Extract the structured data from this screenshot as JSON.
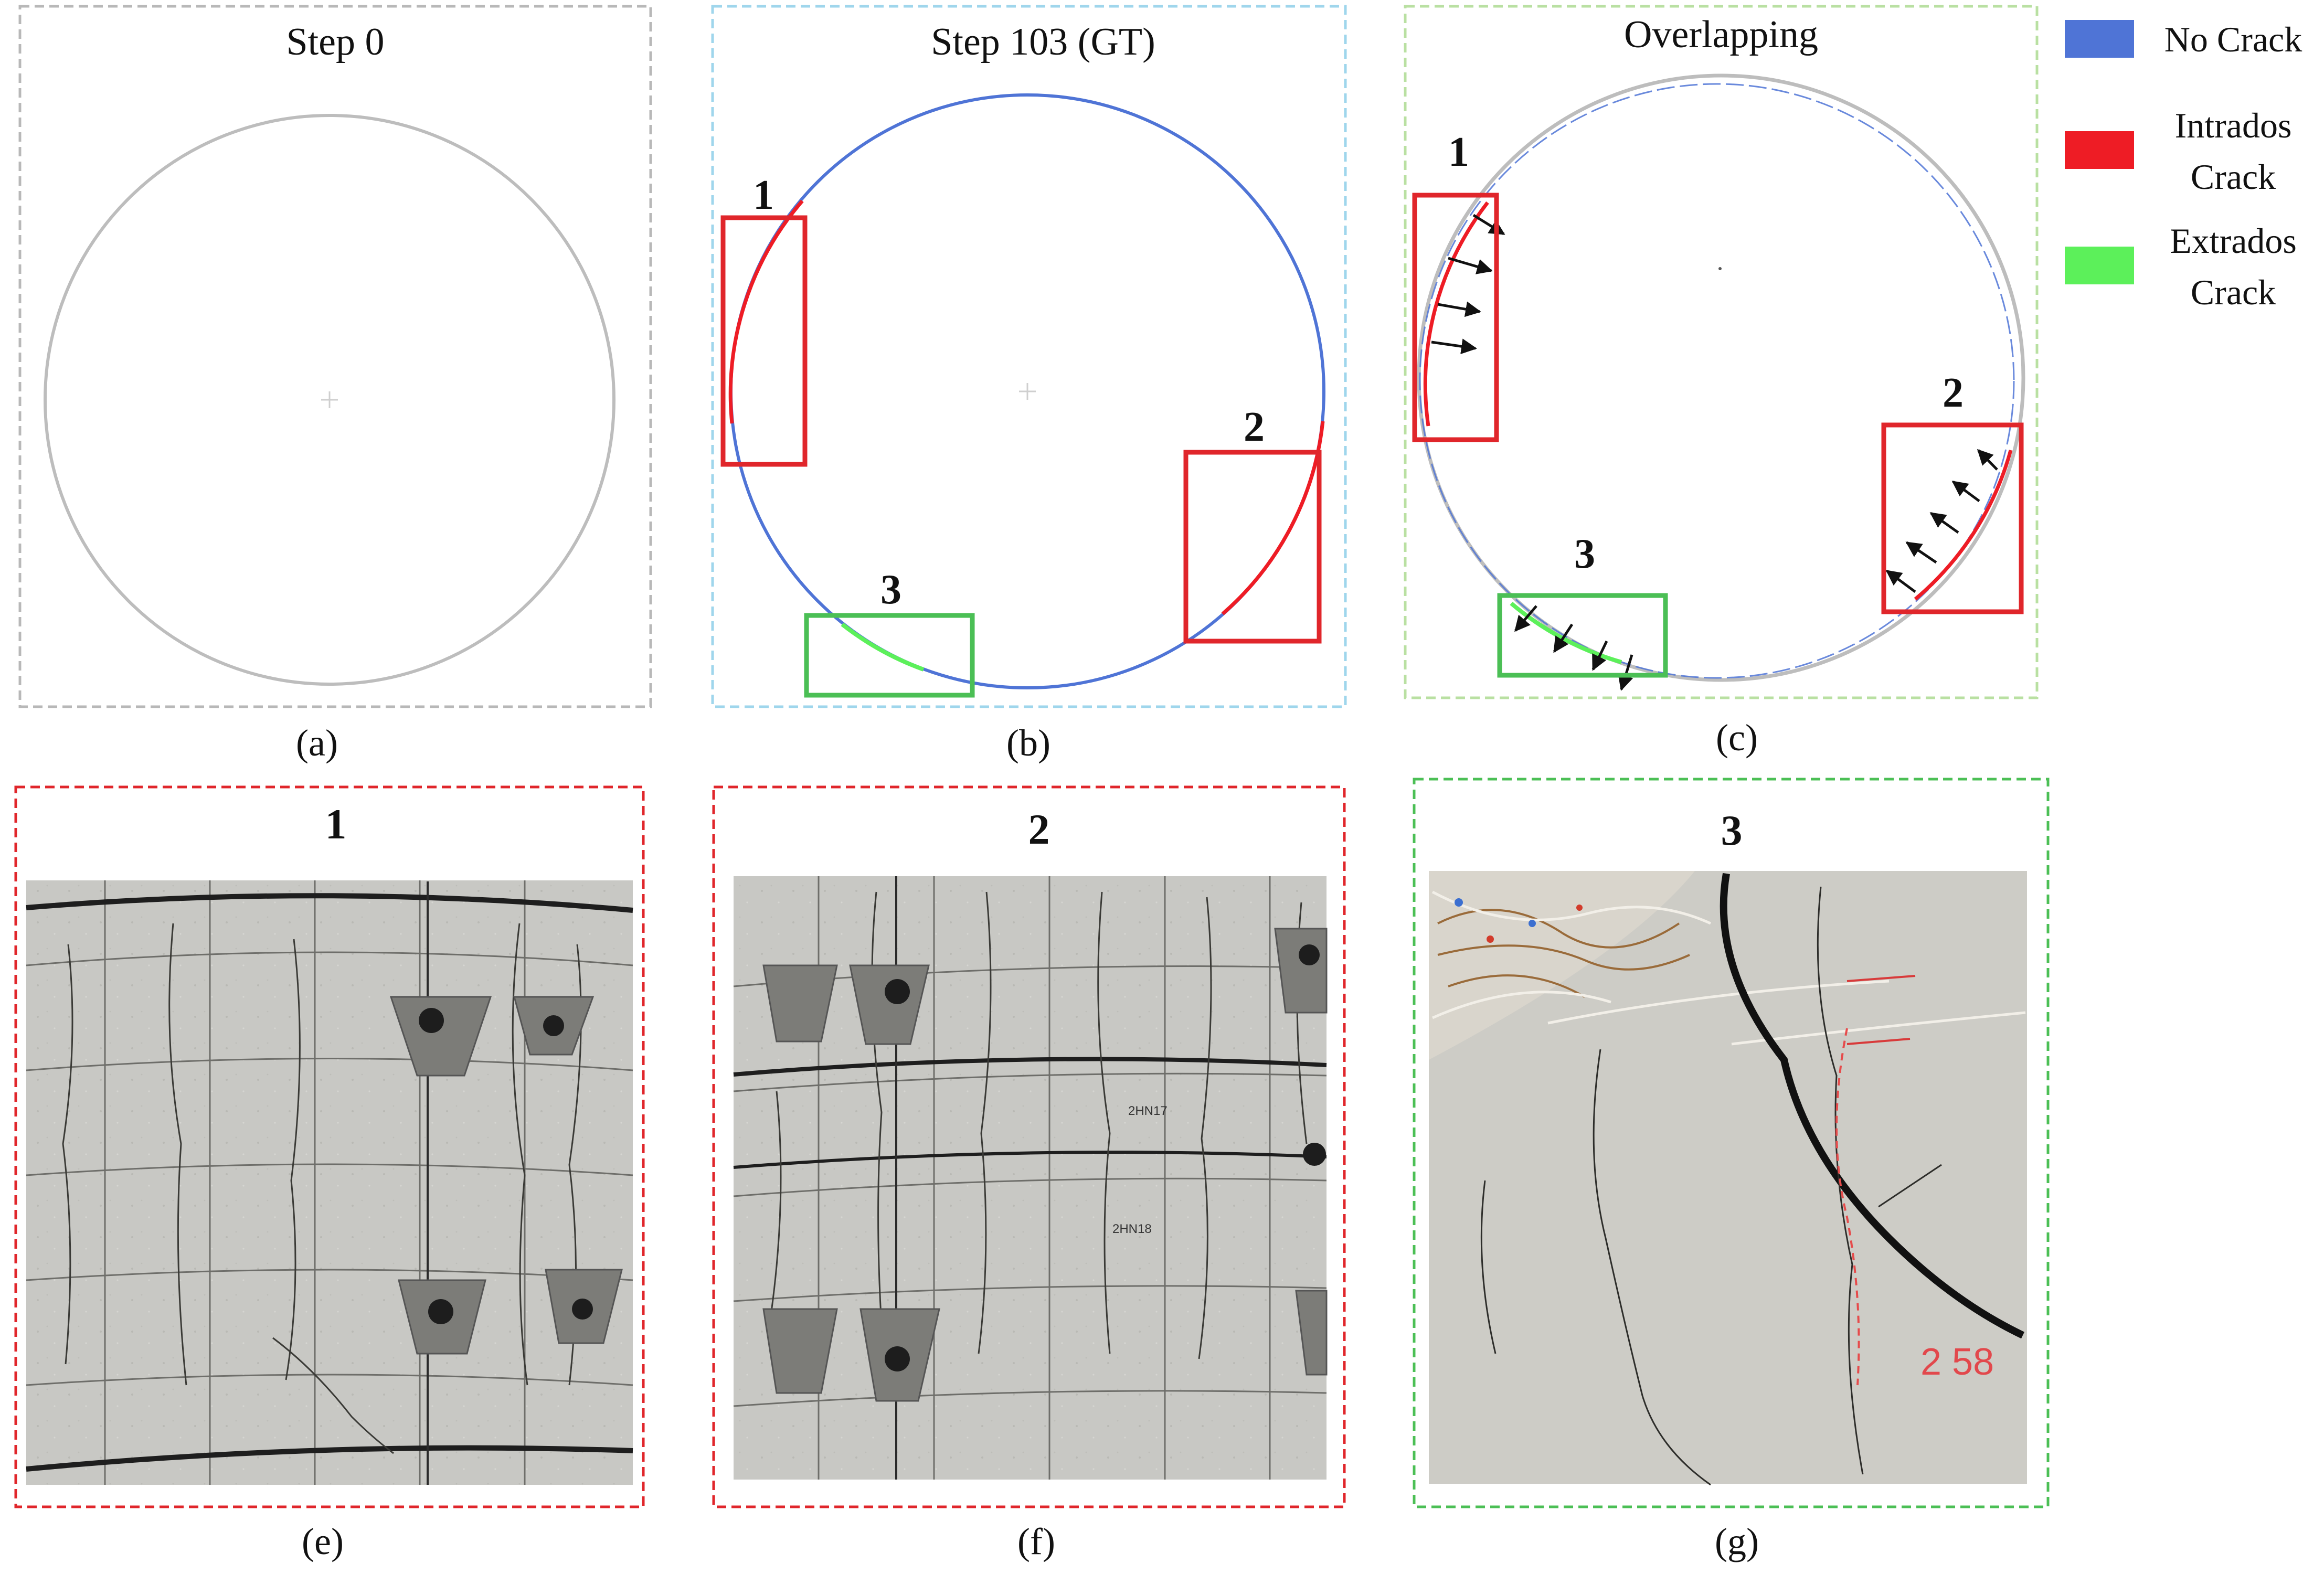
{
  "colors": {
    "no_crack": "#4f74d6",
    "intrados": "#ee1c25",
    "extrados": "#5cf05a",
    "ring_gray": "#bdbdbd",
    "frame_gray": "#b8b8b8",
    "frame_blue": "#9fd6ec",
    "frame_green": "#b9e0a2",
    "frame_red": "#e0262b",
    "frame_green_dark": "#4bbf55"
  },
  "panels": {
    "a": {
      "title": "Step 0",
      "caption": "(a)"
    },
    "b": {
      "title": "Step 103 (GT)",
      "caption": "(b)"
    },
    "c": {
      "title": "Overlapping",
      "caption": "(c)"
    },
    "e": {
      "title": "1",
      "caption": "(e)"
    },
    "f": {
      "title": "2",
      "caption": "(f)"
    },
    "g": {
      "title": "3",
      "caption": "(g)"
    }
  },
  "markers": {
    "m1": "1",
    "m2": "2",
    "m3": "3"
  },
  "legend": {
    "no_crack": "No Crack",
    "intrados_1": "Intrados",
    "intrados_2": "Crack",
    "extrados_1": "Extrados",
    "extrados_2": "Crack"
  },
  "photo_labels": {
    "f_num_1": "2HN17",
    "f_num_2": "2HN18",
    "g_num": "2 58"
  }
}
